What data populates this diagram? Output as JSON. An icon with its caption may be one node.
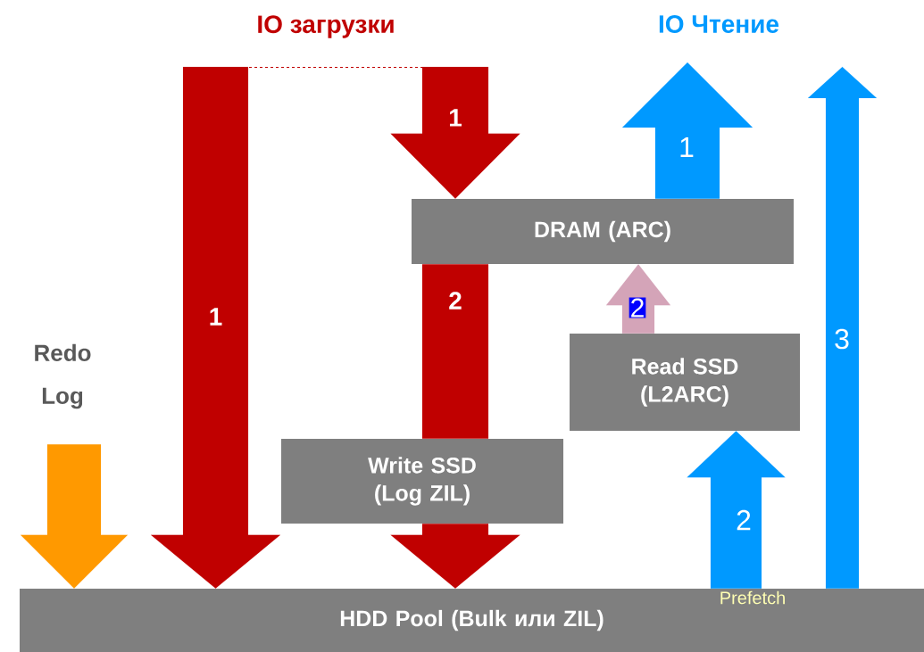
{
  "diagram": {
    "nodes": [
      {
        "text": [
          "DRAM (ARC)"
        ]
      },
      {
        "text": [
          "Read SSD (L2ARC)"
        ]
      },
      {
        "text": [
          "Write SSD (Log ZIL)"
        ]
      },
      {
        "text": [
          "HDD Pool (Bulk или ZIL)"
        ]
      },
      {
        "text": [
          "Redo Log"
        ]
      }
    ],
    "edges": [
      {
        "from": null,
        "to": 3,
        "arrow": "to",
        "label": "1",
        "color": "#c00000"
      },
      {
        "from": null,
        "to": 0,
        "arrow": "to",
        "label": "1",
        "color": "#c00000"
      },
      {
        "from": 0,
        "to": 2,
        "arrow": "none",
        "label": "2",
        "color": "#c00000"
      },
      {
        "from": 2,
        "to": 3,
        "arrow": "to",
        "color": "#c00000"
      },
      {
        "from": 0,
        "to": null,
        "arrow": "to",
        "label": "1",
        "color": "#0099ff"
      },
      {
        "from": 1,
        "to": 0,
        "arrow": "to",
        "label": "2",
        "color": "#d4a4b8"
      },
      {
        "from": 3,
        "to": 1,
        "arrow": "to",
        "label": "2",
        "color": "#0099ff"
      },
      {
        "from": 3,
        "to": null,
        "arrow": "to",
        "label": "3",
        "color": "#0099ff"
      },
      {
        "from": 4,
        "to": 3,
        "arrow": "to",
        "color": "#ff9900"
      }
    ],
    "labels": [
      "IO загрузки",
      "IO Чтение",
      "Prefetch"
    ]
  }
}
